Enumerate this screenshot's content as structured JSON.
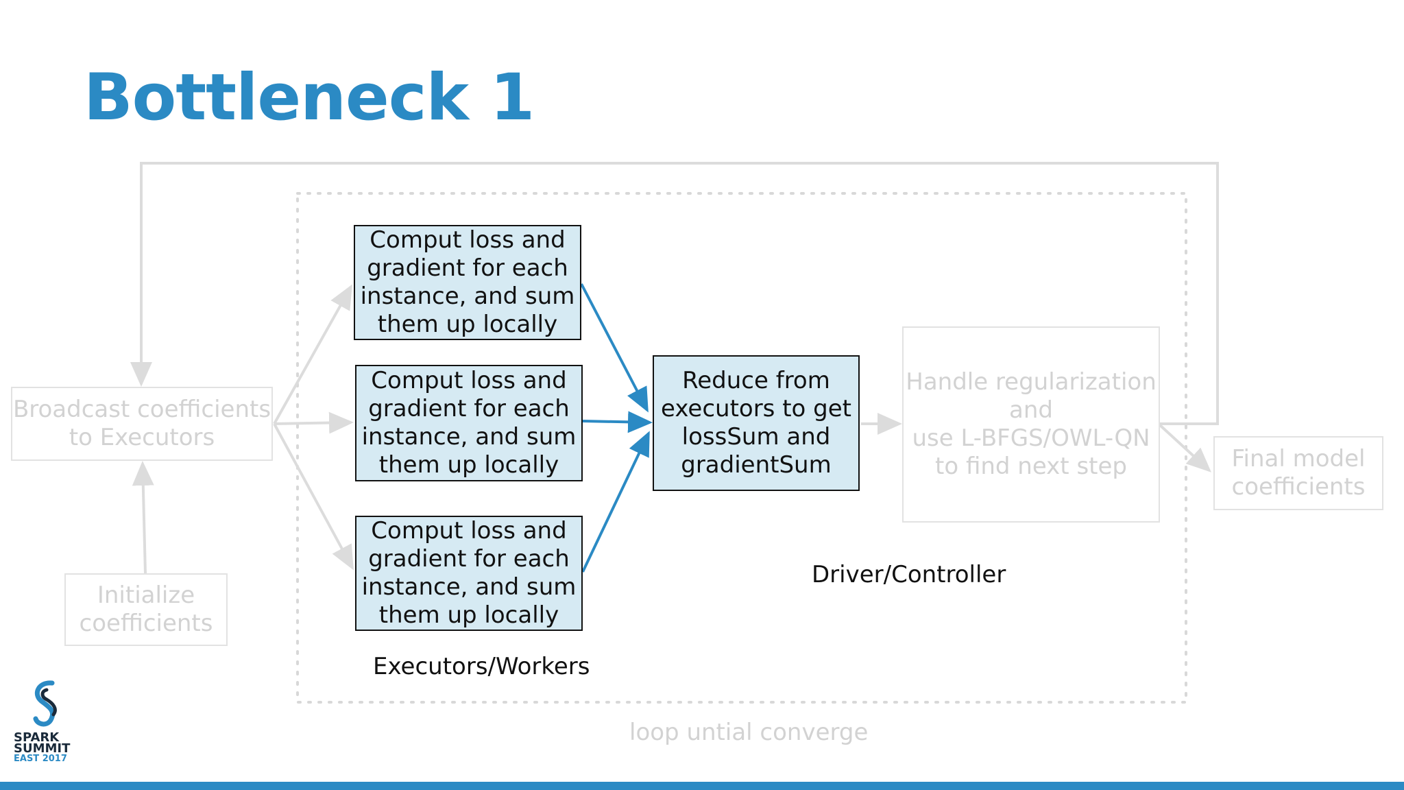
{
  "slide": {
    "title": "Bottleneck 1",
    "accent_color": "#2b8ac4",
    "active_box_color": "#d6eaf3",
    "arrow_color": "#2b8ac4",
    "faded_color": "#d2d2d2"
  },
  "diagram": {
    "nodes": {
      "broadcast": "Broadcast coefficients\nto Executors",
      "initialize": "Initialize\ncoefficients",
      "worker_1": "Comput loss and\ngradient for each\ninstance, and sum\nthem up locally",
      "worker_2": "Comput loss and\ngradient for each\ninstance, and sum\nthem up locally",
      "worker_3": "Comput loss and\ngradient for each\ninstance, and sum\nthem up locally",
      "reduce": "Reduce from\nexecutors to get\nlossSum and\ngradientSum",
      "regularization": "Handle regularization\nand\nuse L-BFGS/OWL-QN\nto find next step",
      "final": "Final model\ncoefficients"
    },
    "labels": {
      "executors": "Executors/Workers",
      "driver": "Driver/Controller",
      "loop": "loop untial converge"
    }
  },
  "logo": {
    "icon": "spark-summit-logo-icon",
    "line1": "SPARK",
    "line2": "SUMMIT",
    "line3": "EAST 2017"
  }
}
